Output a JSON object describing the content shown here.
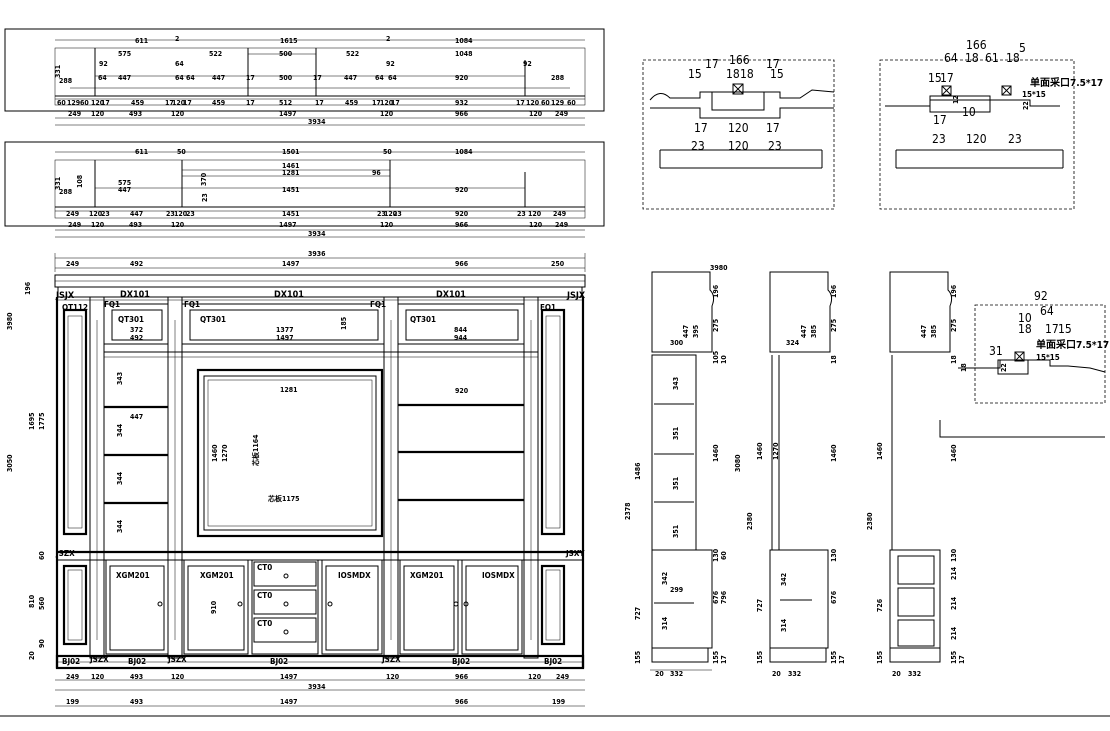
{
  "plan_a": {
    "top": [
      "611",
      "2",
      "1615",
      "2",
      "1084"
    ],
    "mid": [
      "575",
      "522",
      "500",
      "522",
      "1048"
    ],
    "left_v": [
      "331",
      "288"
    ],
    "small": [
      "92",
      "64",
      "64",
      "92",
      "92",
      "17",
      "17",
      "17",
      "17"
    ],
    "inner": [
      "447",
      "64",
      "64",
      "447",
      "17",
      "500",
      "17",
      "447",
      "64",
      "64",
      "920",
      "288"
    ],
    "base": [
      "60",
      "129",
      "60",
      "120",
      "17",
      "459",
      "17",
      "120",
      "17",
      "459",
      "17",
      "512",
      "17",
      "459",
      "17",
      "120",
      "17",
      "932",
      "17",
      "120",
      "60",
      "129",
      "60"
    ],
    "seg": [
      "249",
      "120",
      "493",
      "120",
      "1497",
      "120",
      "966",
      "120",
      "249"
    ],
    "total": "3934"
  },
  "plan_b": {
    "top": [
      "611",
      "50",
      "1501",
      "50",
      "1084"
    ],
    "inner_top": [
      "1461",
      "1281",
      "96"
    ],
    "left_v": [
      "331",
      "288",
      "108",
      "370",
      "23"
    ],
    "mid": [
      "575",
      "447",
      "1451",
      "920"
    ],
    "base": [
      "249",
      "120",
      "23",
      "447",
      "23",
      "120",
      "23",
      "1451",
      "23",
      "120",
      "23",
      "920",
      "23",
      "120",
      "249"
    ],
    "seg": [
      "249",
      "120",
      "493",
      "120",
      "1497",
      "120",
      "966",
      "120",
      "249"
    ],
    "total": "3934"
  },
  "elevation": {
    "top_total": "3936",
    "top_seg": [
      "249",
      "492",
      "1497",
      "966",
      "250"
    ],
    "labels_top": [
      "DX101",
      "DX101",
      "DX101",
      "JSJX",
      "JSJX"
    ],
    "labels_upper": [
      "QT301",
      "QT301",
      "QT301",
      "FQ1",
      "FQ1",
      "FQ1",
      "FQ1",
      "QT112"
    ],
    "upper_dims": [
      "372",
      "492",
      "1377",
      "1497",
      "844",
      "944",
      "185",
      "1281",
      "920"
    ],
    "left_dims": [
      "196",
      "3980",
      "1695",
      "1775",
      "3050",
      "810",
      "560",
      "60",
      "90",
      "20"
    ],
    "shelf_dims": [
      "343",
      "447",
      "344",
      "344",
      "344"
    ],
    "tv_dims": [
      "1460",
      "1270",
      "芯板1164",
      "芯板1175"
    ],
    "lower_labels": [
      "XGM201",
      "XGM201",
      "XGM201",
      "IOSMDX",
      "IOSMDX",
      "CT0",
      "CT0",
      "CT0",
      "JSZX",
      "JSZX",
      "JSZX",
      "JSZX",
      "JSXY",
      "BJ02",
      "BJ02",
      "BJ02",
      "BJ02",
      "BJ02"
    ],
    "lower_dims": [
      "910"
    ],
    "bot_seg": [
      "249",
      "120",
      "493",
      "120",
      "1497",
      "120",
      "966",
      "120",
      "249"
    ],
    "bot_total": "3934",
    "bot_seg2": [
      "199",
      "493",
      "1497",
      "966",
      "199"
    ]
  },
  "detail_1": {
    "top": [
      "17",
      "166",
      "17",
      "15",
      "18",
      "18",
      "15"
    ],
    "bottom": [
      "17",
      "120",
      "17",
      "23",
      "120",
      "23"
    ]
  },
  "detail_2": {
    "top": [
      "166",
      "5",
      "64",
      "18",
      "61",
      "18",
      "15",
      "17"
    ],
    "note": "单面采口7.5*17",
    "note2": "15*15",
    "bottom": [
      "17",
      "10",
      "23",
      "120",
      "23"
    ],
    "side": [
      "12",
      "22"
    ]
  },
  "detail_3": {
    "top": [
      "92",
      "64",
      "10",
      "18",
      "17",
      "15",
      "31"
    ],
    "note": "单面采口7.5*17",
    "note2": "15*15",
    "side": [
      "18",
      "22"
    ]
  },
  "sections": {
    "s1": [
      "447",
      "395",
      "300",
      "343",
      "351",
      "351",
      "351",
      "1486",
      "2378",
      "727",
      "299",
      "342",
      "314",
      "155",
      "20",
      "332",
      "196",
      "275",
      "105",
      "10",
      "1460",
      "3080",
      "130",
      "60",
      "676",
      "796",
      "155",
      "17",
      "3980"
    ],
    "s2": [
      "447",
      "385",
      "324",
      "1460",
      "1270",
      "2380",
      "727",
      "342",
      "314",
      "155",
      "20",
      "332",
      "196",
      "275",
      "18",
      "1460",
      "130",
      "676",
      "155",
      "17"
    ],
    "s3": [
      "447",
      "385",
      "1460",
      "2380",
      "726",
      "155",
      "20",
      "332",
      "196",
      "275",
      "18",
      "1460",
      "130",
      "214",
      "214",
      "214",
      "155",
      "17"
    ]
  }
}
